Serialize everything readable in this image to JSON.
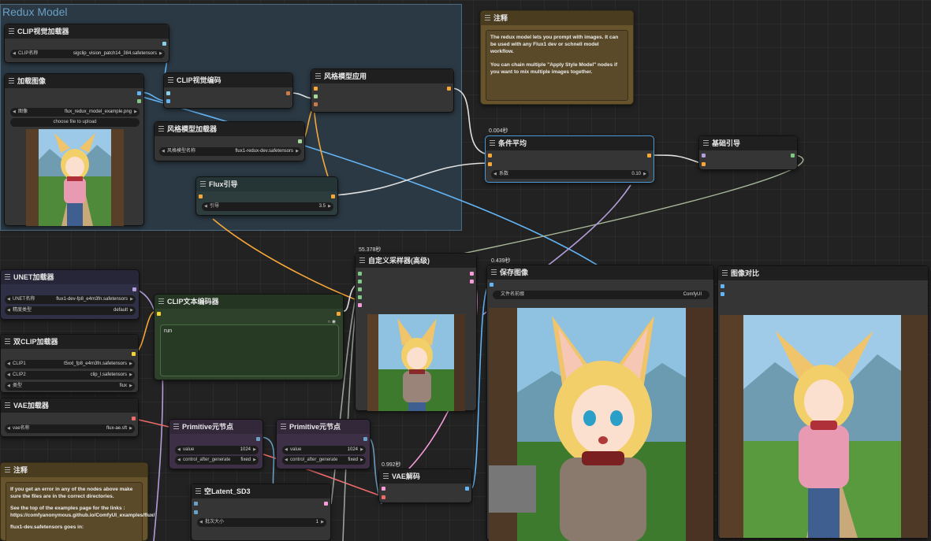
{
  "group": {
    "title": "Redux Model"
  },
  "nodes": {
    "clip_vision_loader": {
      "title": "CLIP视觉加载器",
      "widget_label": "CLIP名称",
      "widget_value": "sigclip_vision_patch14_384.safetensors"
    },
    "load_image": {
      "title": "加载图像",
      "widget_label": "图像",
      "widget_value": "flux_redux_model_example.png",
      "button": "choose file to upload"
    },
    "clip_vision_encode": {
      "title": "CLIP视觉编码"
    },
    "style_model_apply": {
      "title": "风格模型应用"
    },
    "style_model_loader": {
      "title": "风格模型加载器",
      "widget_label": "风格模型名称",
      "widget_value": "flux1-redux-dev.safetensors"
    },
    "flux_guidance": {
      "title": "Flux引导",
      "widget_label": "引导",
      "widget_value": "3.5"
    },
    "note_top": {
      "title": "注释",
      "text1": "The redux model lets you prompt with images. It can be used with any Flux1 dev or schnell model workflow.",
      "text2": "You can chain multiple \"Apply Style Model\" nodes if you want to mix multiple images together."
    },
    "conditioning_average": {
      "title": "条件平均",
      "time": "0.004秒",
      "widget_label": "系数",
      "widget_value": "0.10"
    },
    "basic_guider": {
      "title": "基础引导"
    },
    "unet_loader": {
      "title": "UNET加载器",
      "w1_label": "UNET名称",
      "w1_value": "flux1-dev-fp8_e4m3fn.safetensors",
      "w2_label": "精度类型",
      "w2_value": "default"
    },
    "dual_clip_loader": {
      "title": "双CLIP加载器",
      "w1_label": "CLIP1",
      "w1_value": "t5xxl_fp8_e4m3fn.safetensors",
      "w2_label": "CLIP2",
      "w2_value": "clip_l.safetensors",
      "w3_label": "类型",
      "w3_value": "flux"
    },
    "vae_loader": {
      "title": "VAE加载器",
      "widget_label": "vae名称",
      "widget_value": "flux-ae.sft"
    },
    "clip_text_encode": {
      "title": "CLIP文本编码器",
      "text": "run"
    },
    "custom_sampler": {
      "title": "自定义采样器(高级)",
      "time": "55.378秒"
    },
    "primitive_1": {
      "title": "Primitive元节点",
      "w1_label": "value",
      "w1_value": "1024",
      "w2_label": "control_after_generate",
      "w2_value": "fixed"
    },
    "primitive_2": {
      "title": "Primitive元节点",
      "w1_label": "value",
      "w1_value": "1024",
      "w2_label": "control_after_generate",
      "w2_value": "fixed"
    },
    "vae_decode": {
      "title": "VAE解码",
      "time": "0.992秒"
    },
    "empty_latent": {
      "title": "空Latent_SD3",
      "widget_label": "批次大小",
      "widget_value": "1"
    },
    "save_image": {
      "title": "保存图像",
      "time": "0.439秒",
      "widget_label": "文件名前缀",
      "widget_value": "ComfyUI"
    },
    "image_compare": {
      "title": "图像对比"
    },
    "note_bottom": {
      "title": "注释",
      "line1": "If you get an error in any of the nodes above make sure the files are in the correct directories.",
      "line2": "See the top of the examples page for the links : https://comfyanonymous.github.io/ComfyUI_examples/flux/",
      "line3": "flux1-dev.safetensors goes in:"
    }
  },
  "colors": {
    "group_bg": "#2b3944",
    "node_bg": "#353535",
    "title_bg": "#1f1f1f",
    "link_yellow": "#f6a738",
    "link_blue": "#64b5f6",
    "link_purple": "#b39ddb",
    "link_white": "#e0e0e0"
  }
}
